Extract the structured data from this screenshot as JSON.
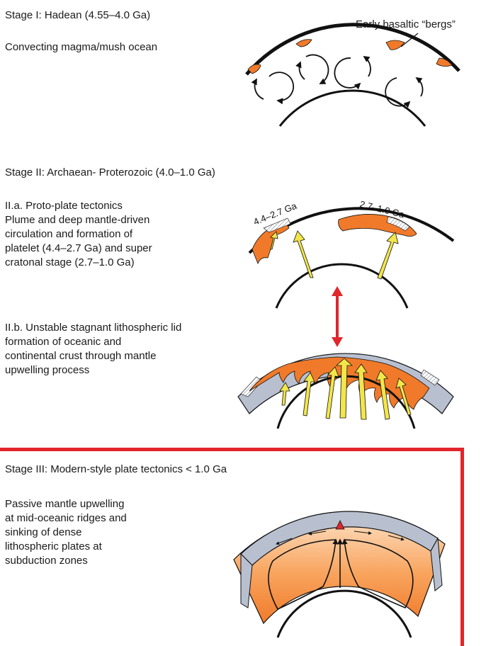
{
  "stage1": {
    "title": "Stage I: Hadean (4.55–4.0 Ga)",
    "description": "Convecting magma/mush ocean",
    "callout": "Early basaltic “bergs”"
  },
  "stage2": {
    "title": "Stage II: Archaean- Proterozoic (4.0–1.0 Ga)",
    "a_text": "II.a. Proto-plate tectonics\nPlume and deep mantle-driven\ncirculation and formation of\nplatelet (4.4–2.7 Ga) and super\ncratonal stage (2.7–1.0 Ga)",
    "b_text": "II.b. Unstable stagnant lithospheric lid\nformation of oceanic and\ncontinental crust through mantle\nupwelling process",
    "label_early": "4.4–2.7 Ga",
    "label_late": "2.7–1.0 Ga"
  },
  "stage3": {
    "title": "Stage III: Modern-style plate tectonics < 1.0 Ga",
    "description": "Passive mantle upwelling\nat mid-oceanic ridges and\nsinking of dense\nlithospheric plates at\nsubduction zones"
  },
  "colors": {
    "magma_orange": "#f07a2a",
    "plume_yellow": "#f2e64a",
    "crust_gray": "#b8c0d0",
    "arrow_red": "#e1262c",
    "frame_red": "#e1262c"
  }
}
